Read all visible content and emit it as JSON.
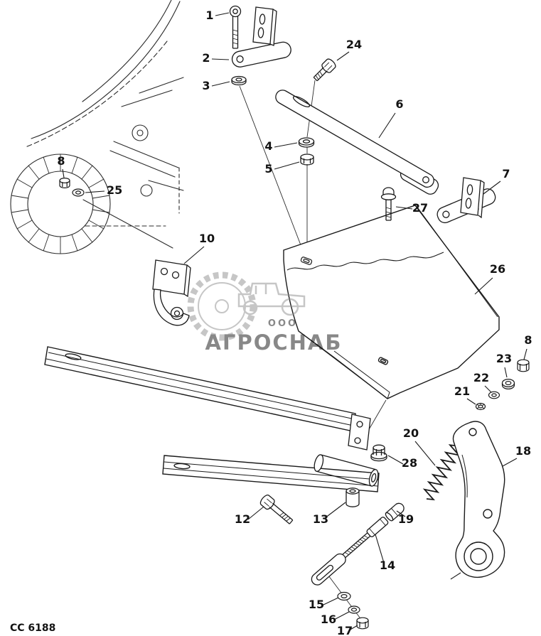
{
  "background": "#ffffff",
  "line_color": "#1a1a1a",
  "drawing_code": "CC 6188",
  "watermark": {
    "org_form": "ООО",
    "name": "АГРОСНАБ",
    "color": "#8f8f8f"
  },
  "callouts": [
    {
      "label": "1"
    },
    {
      "label": "2"
    },
    {
      "label": "3"
    },
    {
      "label": "24"
    },
    {
      "label": "6"
    },
    {
      "label": "4"
    },
    {
      "label": "5"
    },
    {
      "label": "7"
    },
    {
      "label": "27"
    },
    {
      "label": "8"
    },
    {
      "label": "25"
    },
    {
      "label": "10"
    },
    {
      "label": "26"
    },
    {
      "label": "8"
    },
    {
      "label": "23"
    },
    {
      "label": "22"
    },
    {
      "label": "21"
    },
    {
      "label": "20"
    },
    {
      "label": "18"
    },
    {
      "label": "28"
    },
    {
      "label": "12"
    },
    {
      "label": "13"
    },
    {
      "label": "19"
    },
    {
      "label": "14"
    },
    {
      "label": "15"
    },
    {
      "label": "16"
    },
    {
      "label": "17"
    }
  ]
}
